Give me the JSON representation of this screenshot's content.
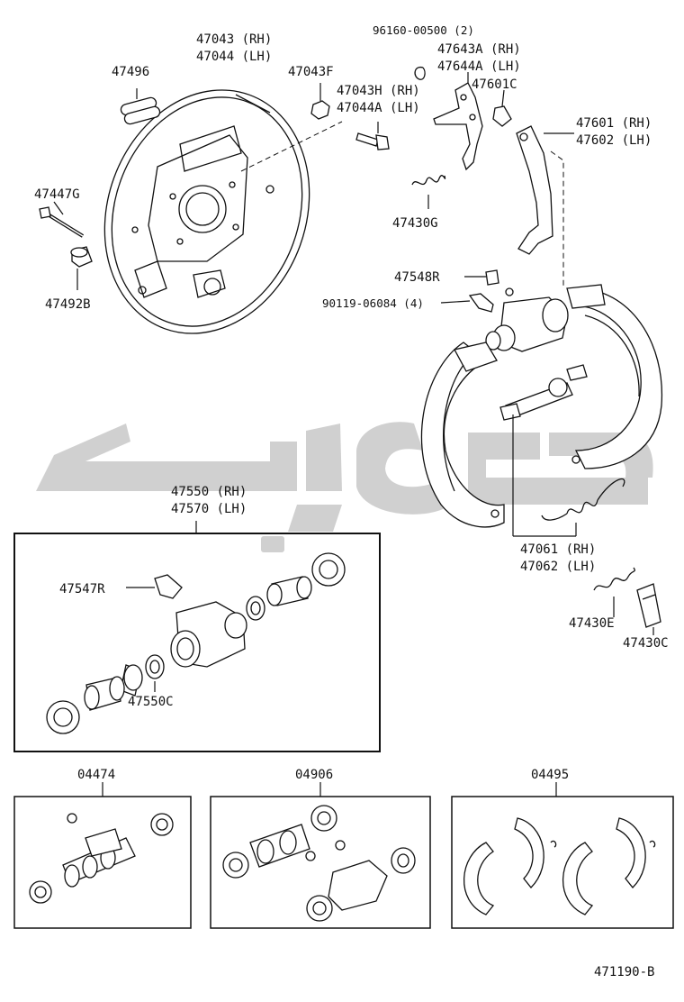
{
  "labels": {
    "p47043": "47043 (RH)",
    "p47044": "47044 (LH)",
    "p47496": "47496",
    "p47043F": "47043F",
    "p47043H": "47043H (RH)",
    "p47044A": "47044A (LH)",
    "p96160": "96160-00500 (2)",
    "p47643A": "47643A (RH)",
    "p47644A": "47644A (LH)",
    "p47601C": "47601C",
    "p47601": "47601 (RH)",
    "p47602": "47602 (LH)",
    "p47447G": "47447G",
    "p47430G": "47430G",
    "p47492B": "47492B",
    "p47548R": "47548R",
    "p90119": "90119-06084 (4)",
    "p47550": "47550 (RH)",
    "p47570": "47570 (LH)",
    "p47547R": "47547R",
    "p47550C": "47550C",
    "p47061": "47061 (RH)",
    "p47062": "47062 (LH)",
    "p47430E": "47430E",
    "p47430C": "47430C",
    "k04474": "04474",
    "k04906": "04906",
    "k04495": "04495",
    "figure_id": "471190-B"
  },
  "colors": {
    "ink": "#111111",
    "watermark": "#c8c8c8",
    "background": "#ffffff"
  }
}
